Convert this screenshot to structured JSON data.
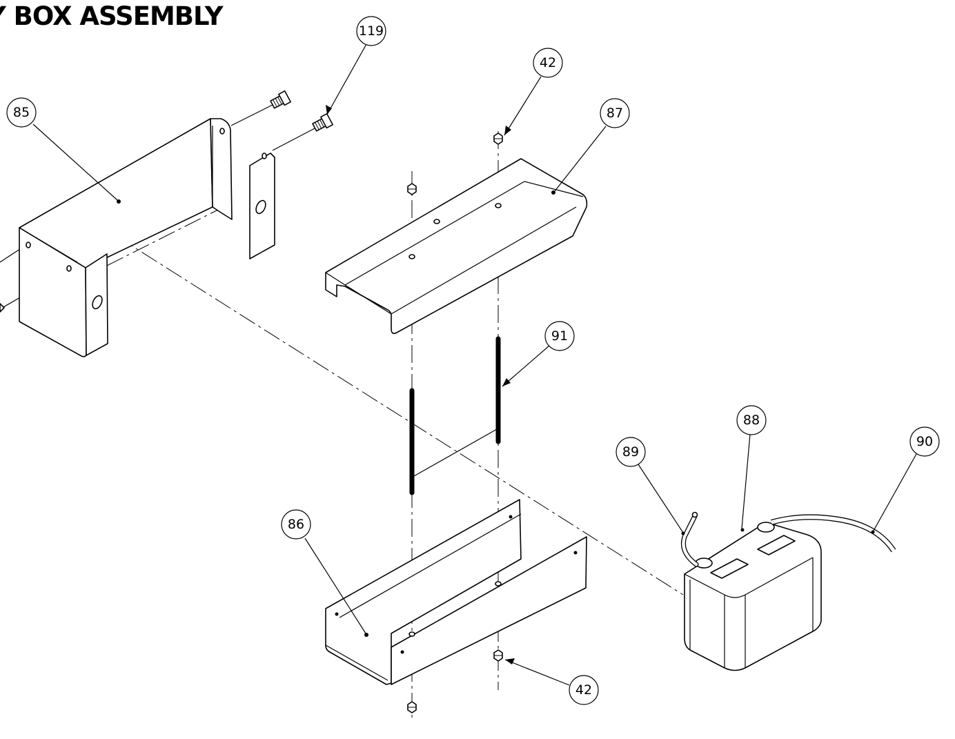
{
  "title": "Y BOX ASSEMBLY",
  "callouts": [
    {
      "id": "119",
      "label": "119"
    },
    {
      "id": "85",
      "label": "85"
    },
    {
      "id": "42-top",
      "label": "42"
    },
    {
      "id": "87",
      "label": "87"
    },
    {
      "id": "91",
      "label": "91"
    },
    {
      "id": "88",
      "label": "88"
    },
    {
      "id": "89",
      "label": "89"
    },
    {
      "id": "90",
      "label": "90"
    },
    {
      "id": "86",
      "label": "86"
    },
    {
      "id": "42-bottom",
      "label": "42"
    }
  ]
}
